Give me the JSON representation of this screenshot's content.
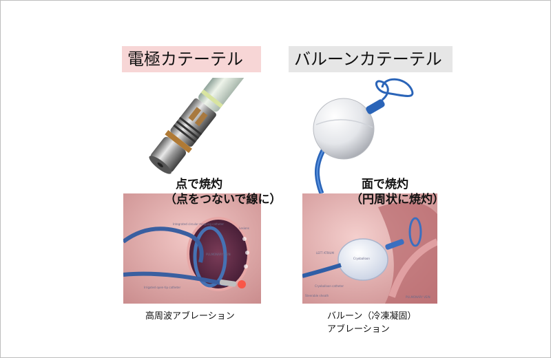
{
  "left": {
    "title": "電極カテーテル",
    "title_bg": "#f7d6d6",
    "caption_line1": "点で焼灼",
    "caption_line2": "（点をつないで線に）",
    "footer": "高周波アブレーション",
    "photo_labels": {
      "mapping": "Integrated circular mapping catheter",
      "lesions": "Lesions",
      "vein": "PULMONARY VEIN",
      "ablation": "Irrigated open-tip catheter"
    }
  },
  "right": {
    "title": "バルーンカテーテル",
    "title_bg": "#e6e6e6",
    "caption_line1": "面で焼灼",
    "caption_line2": "（円周状に焼灼）",
    "footer_line1": "バルーン（冷凍凝固）",
    "footer_line2": "アブレーション",
    "photo_labels": {
      "atrium": "LEFT ATRIUM",
      "cryoballoon": "Cryoballoon",
      "catheter": "Cryoballoon catheter",
      "sheath": "Steerable sheath",
      "vein": "PULMONARY VEIN"
    }
  }
}
